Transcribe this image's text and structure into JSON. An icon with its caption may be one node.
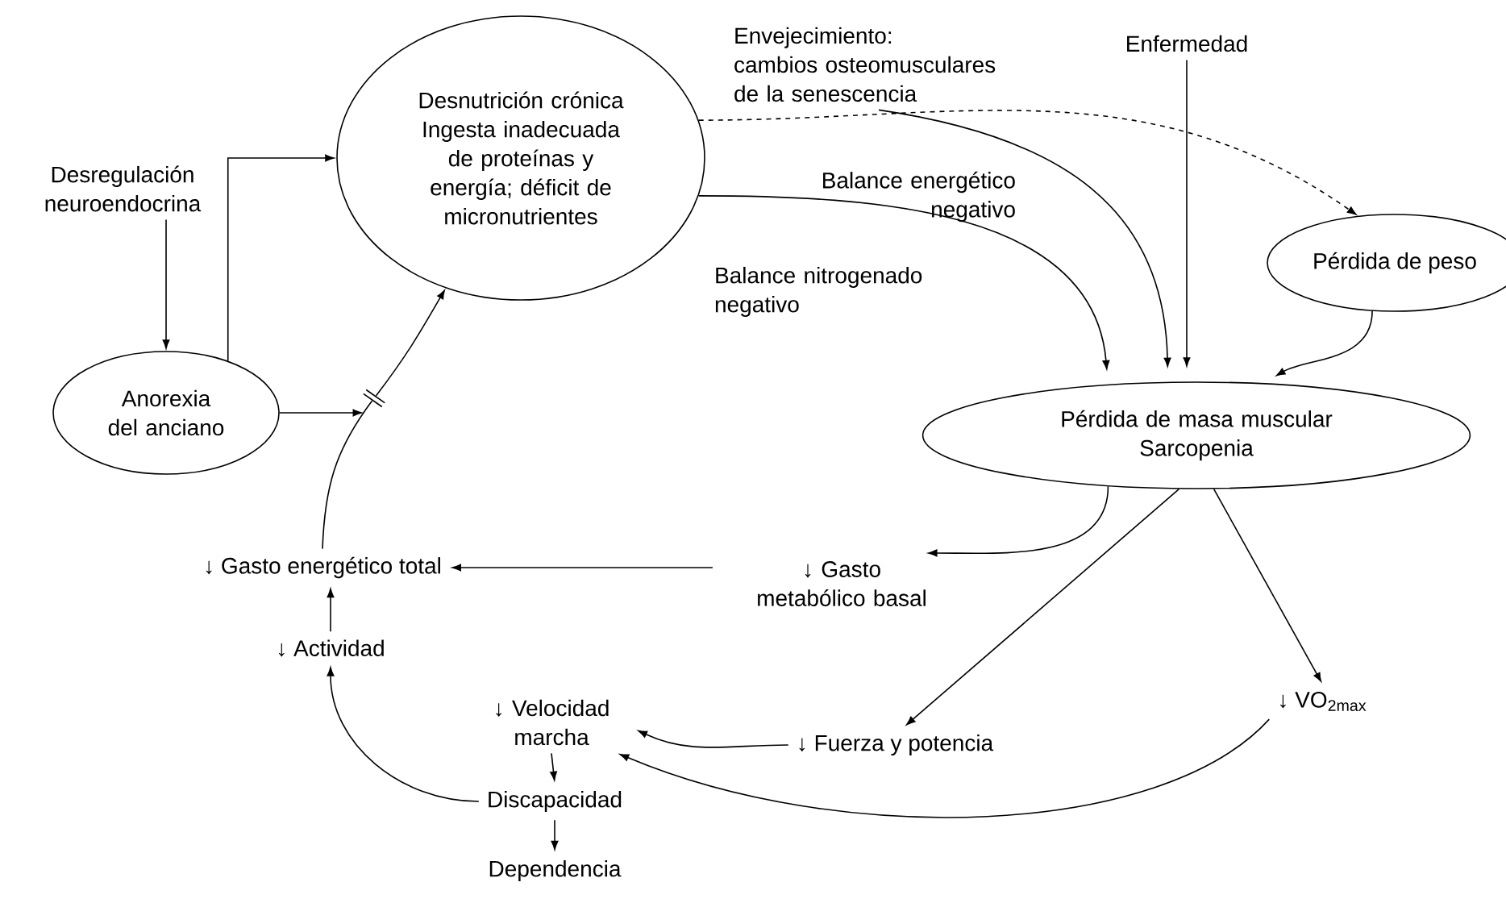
{
  "diagram": {
    "nodes": [
      {
        "text": [
          "Desregulación neuroendocrina"
        ]
      },
      {
        "text": [
          "Desnutrición crónica",
          "Ingesta inadecuada de proteínas y energía; déficit de micronutrientes"
        ]
      },
      {
        "text": [
          "Anorexia del anciano"
        ]
      },
      {
        "text": [
          "Envejecimiento:",
          "cambios osteomusculares de la senescencia"
        ]
      },
      {
        "text": [
          "Enfermedad"
        ]
      },
      {
        "text": [
          "Pérdida de peso"
        ]
      },
      {
        "text": [
          "Pérdida de masa muscular",
          "Sarcopenia"
        ]
      },
      {
        "text": [
          "↓ Gasto energético total"
        ]
      },
      {
        "text": [
          "↓ Gasto metabólico basal"
        ]
      },
      {
        "text": [
          "↓ Actividad"
        ]
      },
      {
        "text": [
          "↓ Velocidad marcha"
        ]
      },
      {
        "text": [
          "↓ Fuerza y potencia"
        ]
      },
      {
        "text": [
          "↓ VO$_{2max}$"
        ]
      },
      {
        "text": [
          "Discapacidad"
        ]
      },
      {
        "text": [
          "Dependencia"
        ]
      },
      {
        "text": [],
        "shape": "bar"
      }
    ],
    "edges": [
      {
        "from": 0,
        "to": 2,
        "arrow": "to"
      },
      {
        "from": 2,
        "to": 1,
        "arrow": "to"
      },
      {
        "from": 2,
        "to": 15,
        "arrow": "to"
      },
      {
        "from": 7,
        "to": 15,
        "arrow": "none"
      },
      {
        "from": 1,
        "to": 5,
        "arrow": "to",
        "style": "dashed"
      },
      {
        "from": 1,
        "to": 6,
        "arrow": "to"
      },
      {
        "from": 3,
        "to": 6,
        "arrow": "to"
      },
      {
        "from": 4,
        "to": 6,
        "arrow": "to"
      },
      {
        "from": 5,
        "to": 6,
        "arrow": "to"
      },
      {
        "from": 6,
        "to": 8,
        "arrow": "to"
      },
      {
        "from": 6,
        "to": 11,
        "arrow": "to"
      },
      {
        "from": 6,
        "to": 12,
        "arrow": "to"
      },
      {
        "from": 8,
        "to": 7,
        "arrow": "to"
      },
      {
        "from": 9,
        "to": 7,
        "arrow": "to"
      },
      {
        "from": 11,
        "to": 10,
        "arrow": "to"
      },
      {
        "from": 12,
        "to": 10,
        "arrow": "to"
      },
      {
        "from": 10,
        "to": 13,
        "arrow": "to"
      },
      {
        "from": 13,
        "to": 9,
        "arrow": "to"
      },
      {
        "from": 13,
        "to": 14,
        "arrow": "to"
      },
      {
        "from": 15,
        "to": 1,
        "arrow": "to"
      }
    ],
    "labels": [
      "Balance energético negativo",
      "Balance nitrogenado negativo"
    ]
  }
}
